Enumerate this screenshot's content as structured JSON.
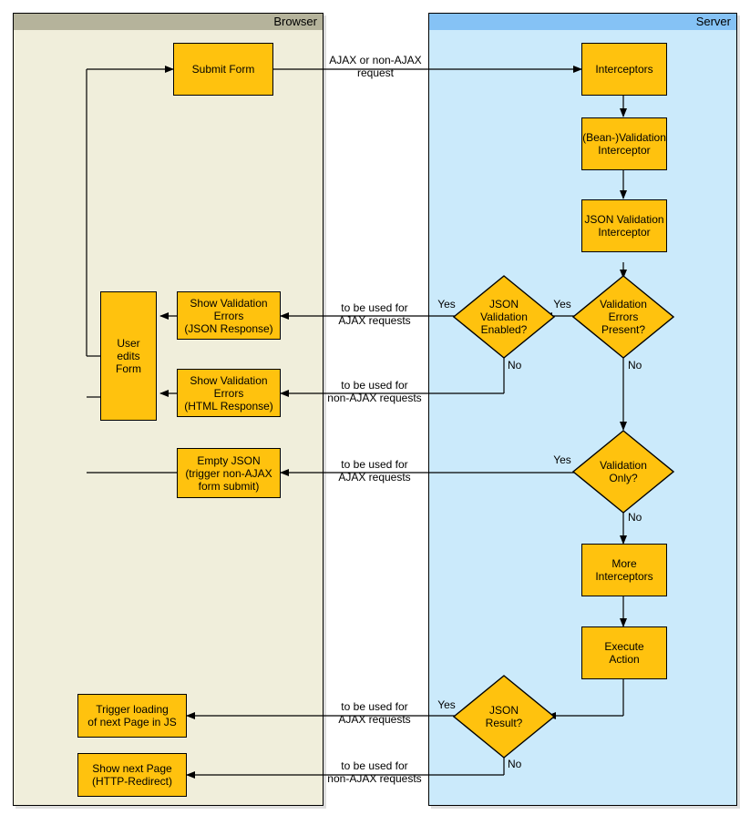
{
  "lanes": [
    {
      "id": "browser",
      "title": "Browser"
    },
    {
      "id": "server",
      "title": "Server"
    }
  ],
  "nodes": {
    "submit_form": "Submit Form",
    "user_edits_form": "User\nedits\nForm",
    "show_validation_errors_json": "Show Validation\nErrors\n(JSON Response)",
    "show_validation_errors_html": "Show Validation\nErrors\n(HTML Response)",
    "empty_json": "Empty JSON\n(trigger non-AJAX\nform submit)",
    "trigger_loading": "Trigger loading\nof next Page in JS",
    "show_next_page": "Show next Page\n(HTTP-Redirect)",
    "interceptors": "Interceptors",
    "bean_validation_interceptor": "(Bean-)Validation\nInterceptor",
    "json_validation_interceptor": "JSON Validation\nInterceptor",
    "more_interceptors": "More\nInterceptors",
    "execute_action": "Execute\nAction"
  },
  "decisions": {
    "json_validation_enabled": "JSON\nValidation\nEnabled?",
    "validation_errors_present": "Validation\nErrors\nPresent?",
    "validation_only": "Validation\nOnly?",
    "json_result": "JSON\nResult?"
  },
  "edge_labels": {
    "ajax_or_non_ajax_request": "AJAX or non-AJAX\nrequest",
    "to_be_used_for_ajax_1": "to be used for\nAJAX requests",
    "to_be_used_for_non_ajax_1": "to be used for\nnon-AJAX requests",
    "to_be_used_for_ajax_2": "to be used for\nAJAX requests",
    "to_be_used_for_ajax_3": "to be used for\nAJAX requests",
    "to_be_used_for_non_ajax_2": "to be used for\nnon-AJAX requests",
    "yes_errors_present": "Yes",
    "no_errors_present": "No",
    "yes_json_validation": "Yes",
    "no_json_validation": "No",
    "yes_validation_only": "Yes",
    "no_validation_only": "No",
    "yes_json_result": "Yes",
    "no_json_result": "No"
  },
  "colors": {
    "node_fill": "#ffc20e",
    "browser_lane_fill": "#f0eedb",
    "browser_header_fill": "#b5b39b",
    "server_lane_fill": "#cbeafb",
    "server_header_fill": "#85c2f5",
    "stroke": "#000000"
  }
}
